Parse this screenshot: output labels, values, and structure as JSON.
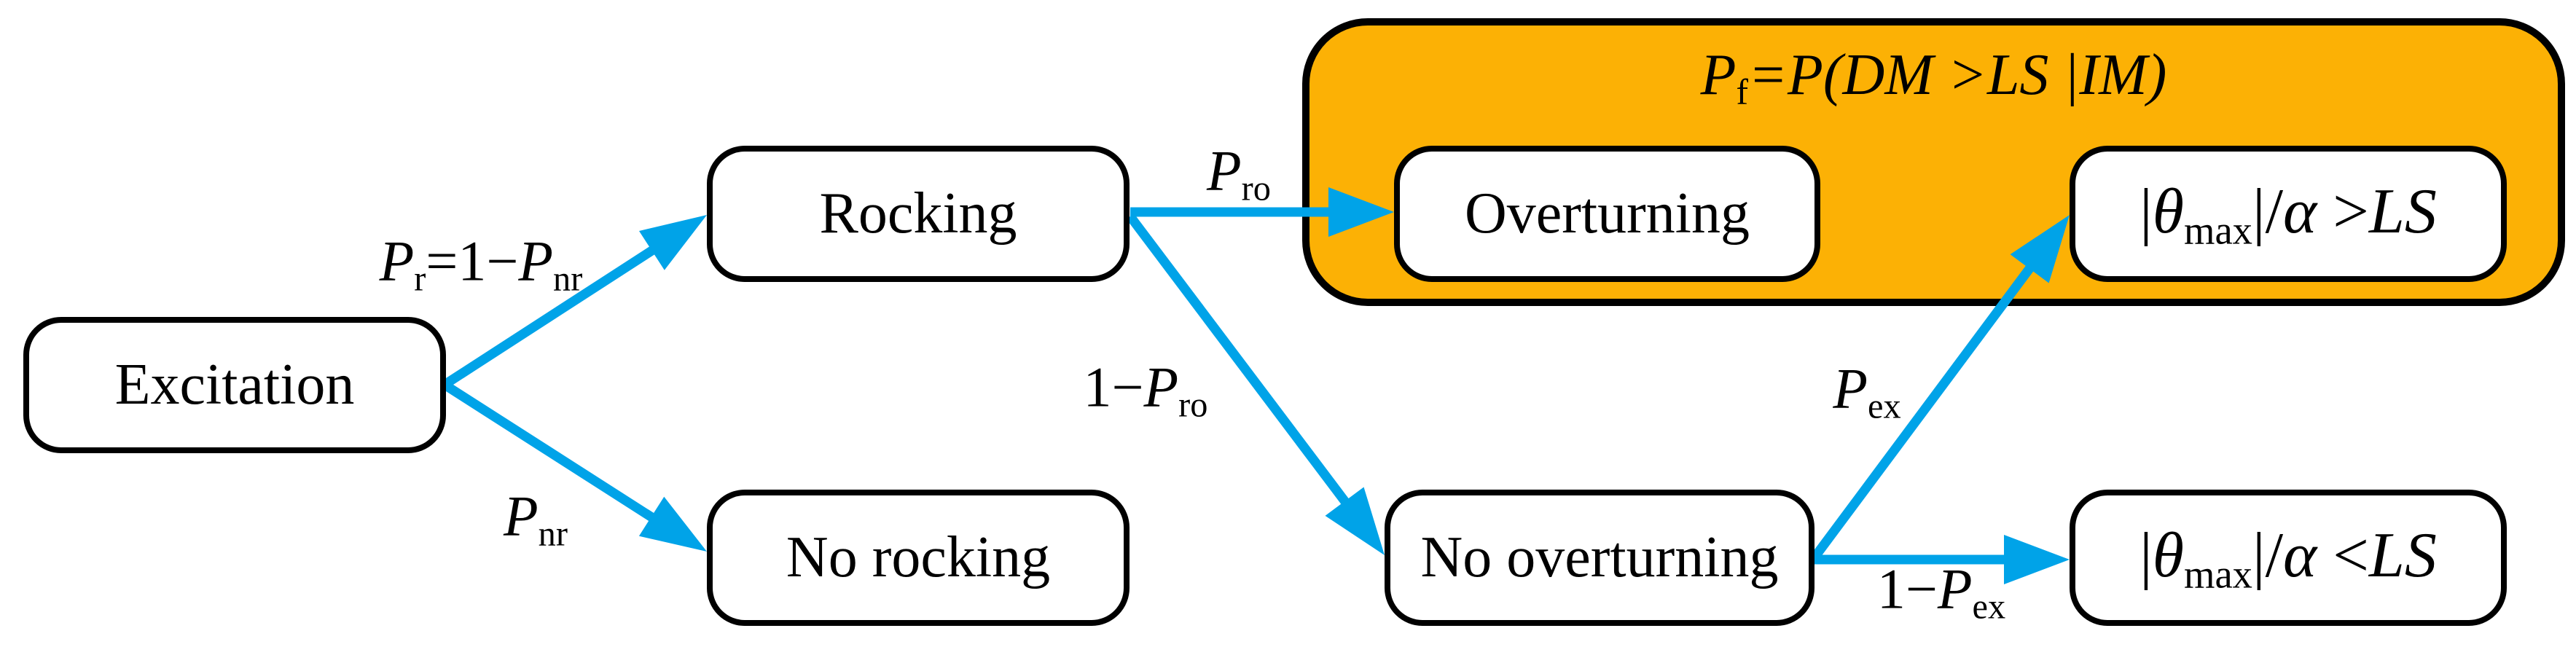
{
  "figure": {
    "type": "event-tree-diagram",
    "description_visible_text_only": true
  },
  "colors": {
    "arrow": "#00A3E8",
    "highlight_fill": "#FCB105",
    "node_fill": "#FFFFFF",
    "border": "#000000",
    "background": "#FFFFFF"
  },
  "highlight_region": {
    "title": {
      "p0": "P",
      "p1": "f",
      "p2": "=P(DM >LS |IM)"
    }
  },
  "nodes": {
    "excitation": {
      "label": "Excitation"
    },
    "rocking": {
      "label": "Rocking"
    },
    "no_rocking": {
      "label": "No rocking"
    },
    "overturning": {
      "label": "Overturning"
    },
    "no_overturning": {
      "label": "No overturning"
    },
    "exceed_ls": {
      "p0": "|",
      "p1": "θ",
      "p2": "max",
      "p3": "|/",
      "p4": "α",
      "p5": " >",
      "p6": "LS"
    },
    "within_ls": {
      "p0": "|",
      "p1": "θ",
      "p2": "max",
      "p3": "|/",
      "p4": "α",
      "p5": " <",
      "p6": "LS"
    }
  },
  "edge_labels": {
    "p_r": {
      "p0": "P",
      "p1": "r",
      "p2": "=1−",
      "p3": "P",
      "p4": "nr"
    },
    "p_nr": {
      "p0": "P",
      "p1": "nr"
    },
    "p_ro": {
      "p0": "P",
      "p1": "ro"
    },
    "one_minus_p_ro": {
      "p0": "1−",
      "p1": "P",
      "p2": "ro"
    },
    "p_ex": {
      "p0": "P",
      "p1": "ex"
    },
    "one_minus_p_ex": {
      "p0": "1−",
      "p1": "P",
      "p2": "ex"
    }
  }
}
